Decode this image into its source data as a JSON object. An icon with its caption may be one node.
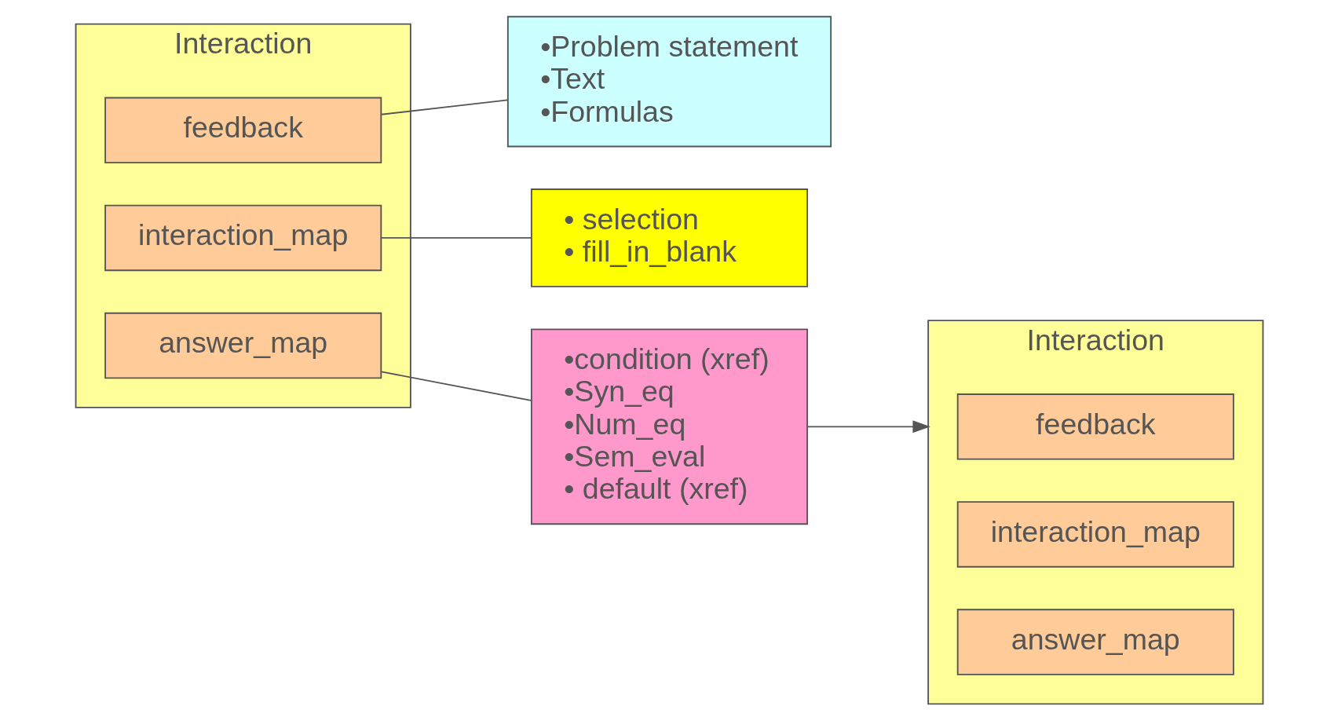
{
  "diagram": {
    "nodes": [
      {
        "text": [
          "Interaction"
        ]
      },
      {
        "text": [
          "feedback"
        ],
        "in": 0
      },
      {
        "text": [
          "interaction_map"
        ],
        "in": 0
      },
      {
        "text": [
          "answer_map"
        ],
        "in": 0
      },
      {
        "text": [
          "•Problem statement",
          "•Text",
          "•Formulas"
        ]
      },
      {
        "text": [
          "• selection",
          "• fill_in_blank"
        ]
      },
      {
        "text": [
          "•condition (xref)",
          "•Syn_eq",
          "•Num_eq",
          "•Sem_eval",
          "• default (xref)"
        ]
      },
      {
        "text": [
          "Interaction"
        ]
      },
      {
        "text": [
          "feedback"
        ],
        "in": 7
      },
      {
        "text": [
          "interaction_map"
        ],
        "in": 7
      },
      {
        "text": [
          "answer_map"
        ],
        "in": 7
      }
    ],
    "edges": [
      {
        "from": 4,
        "to": 1,
        "arrow": "none"
      },
      {
        "from": 5,
        "to": 2,
        "arrow": "none"
      },
      {
        "from": 6,
        "to": 3,
        "arrow": "none"
      },
      {
        "from": 6,
        "to": 7,
        "arrow": "to"
      }
    ]
  }
}
